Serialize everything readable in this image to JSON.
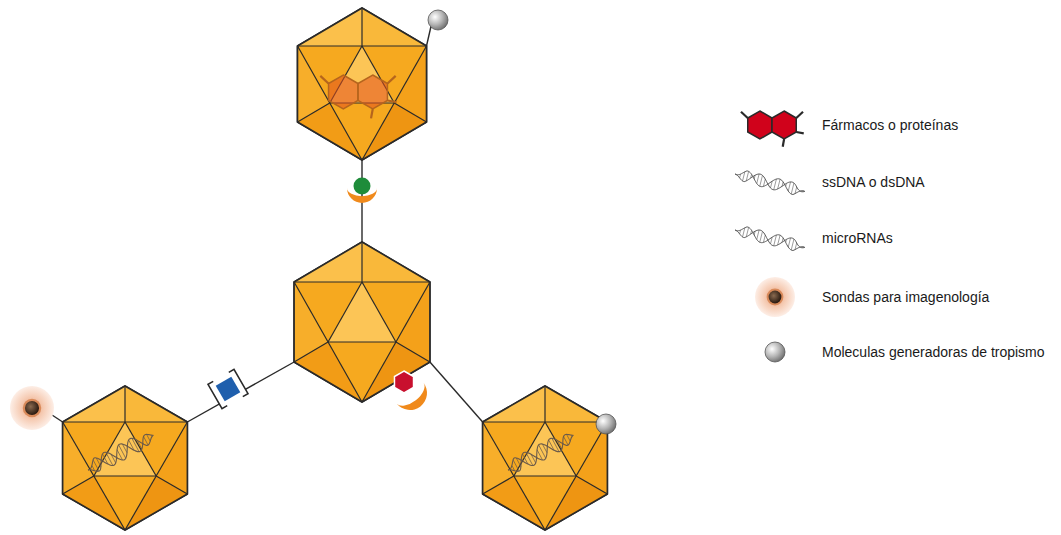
{
  "diagram": {
    "legend": [
      {
        "text": "Fármacos o proteínas"
      },
      {
        "text": "ssDNA o dsDNA"
      },
      {
        "text": "microRNAs"
      },
      {
        "text": "Sondas para imagenología"
      },
      {
        "text": "Moleculas generadoras de tropismo"
      }
    ]
  }
}
